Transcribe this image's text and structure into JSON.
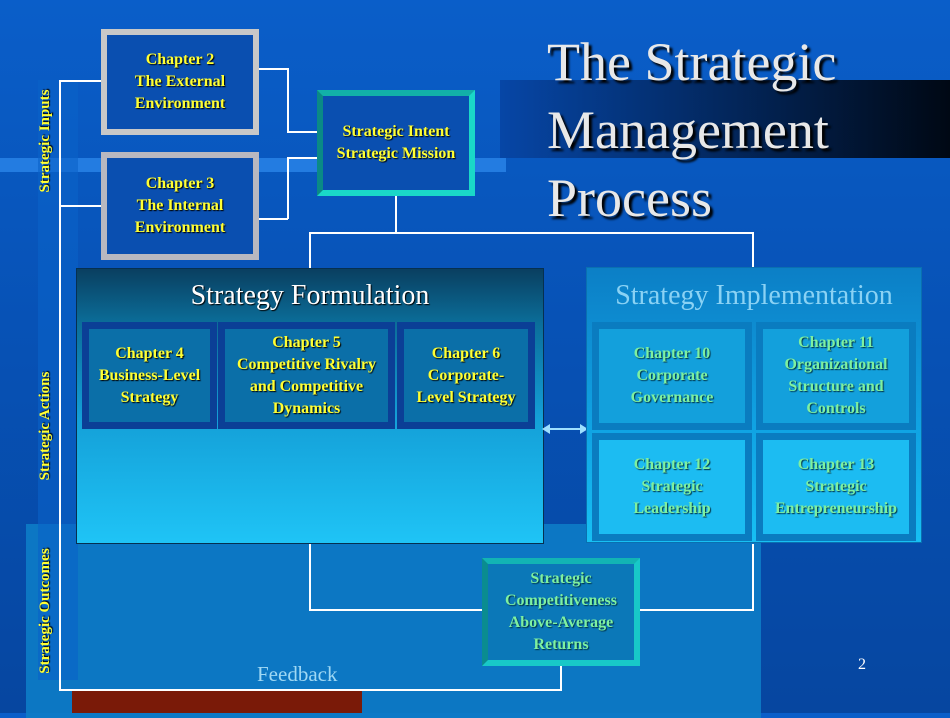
{
  "title": {
    "line1": "The Strategic",
    "line2": "Management",
    "line3": "Process"
  },
  "side_labels": {
    "inputs": "Strategic Inputs",
    "actions": "Strategic Actions",
    "outcomes": "Strategic Outcomes"
  },
  "inputs": {
    "chapter2": [
      "Chapter 2",
      "The External",
      "Environment"
    ],
    "chapter3": [
      "Chapter 3",
      "The Internal",
      "Environment"
    ]
  },
  "intent": [
    "Strategic Intent",
    "Strategic Mission"
  ],
  "formulation": {
    "heading": "Strategy Formulation",
    "chapter4": [
      "Chapter 4",
      "Business-Level",
      "Strategy"
    ],
    "chapter5": [
      "Chapter 5",
      "Competitive Rivalry",
      "and Competitive",
      "Dynamics"
    ],
    "chapter6": [
      "Chapter 6",
      "Corporate-",
      "Level Strategy"
    ]
  },
  "implementation": {
    "heading": "Strategy Implementation",
    "chapter10": [
      "Chapter 10",
      "Corporate",
      "Governance"
    ],
    "chapter11": [
      "Chapter 11",
      "Organizational",
      "Structure and",
      "Controls"
    ],
    "chapter12": [
      "Chapter 12",
      "Strategic",
      "Leadership"
    ],
    "chapter13": [
      "Chapter 13",
      "Strategic",
      "Entrepreneurship"
    ]
  },
  "outcome": [
    "Strategic",
    "Competitiveness",
    "Above-Average",
    "Returns"
  ],
  "feedback": "Feedback",
  "page_number": "2",
  "colors": {
    "background": "#0752b6",
    "chapter_text": "#ffff33",
    "implementation_text": "#7ef0a0",
    "connector": "#ffffff"
  }
}
